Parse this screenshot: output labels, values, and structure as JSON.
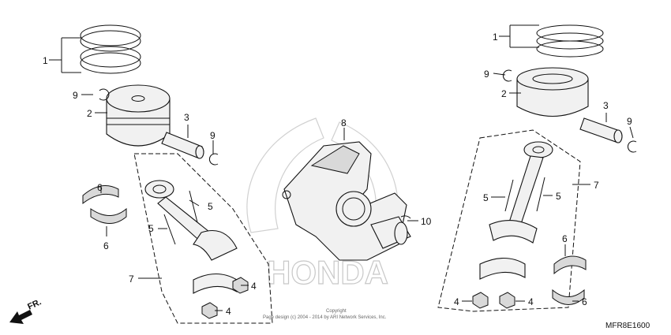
{
  "callouts": {
    "c1_left": "1",
    "c9_left": "9",
    "c2_left": "2",
    "c3_left": "3",
    "c9_left_b": "9",
    "c6_left_top": "6",
    "c6_left_bot": "6",
    "c5_left_a": "5",
    "c5_left_b": "5",
    "c7_left": "7",
    "c4_left_a": "4",
    "c4_left_b": "4",
    "c8": "8",
    "c10": "10",
    "c1_right": "1",
    "c9_right": "9",
    "c2_right": "2",
    "c3_right": "3",
    "c9_right_b": "9",
    "c7_right": "7",
    "c5_right_a": "5",
    "c5_right_b": "5",
    "c6_right_top": "6",
    "c6_right_bot": "6",
    "c4_right_a": "4",
    "c4_right_b": "4"
  },
  "watermark": "HONDA",
  "copyright": {
    "line1": "Copyright",
    "line2": "Page design (c) 2004 - 2014 by ARI Network Services, Inc."
  },
  "direction_label": "FR.",
  "diagram_code": "MFR8E1600",
  "icons": [
    "front-direction-arrow-icon",
    "honda-wing-logo"
  ]
}
